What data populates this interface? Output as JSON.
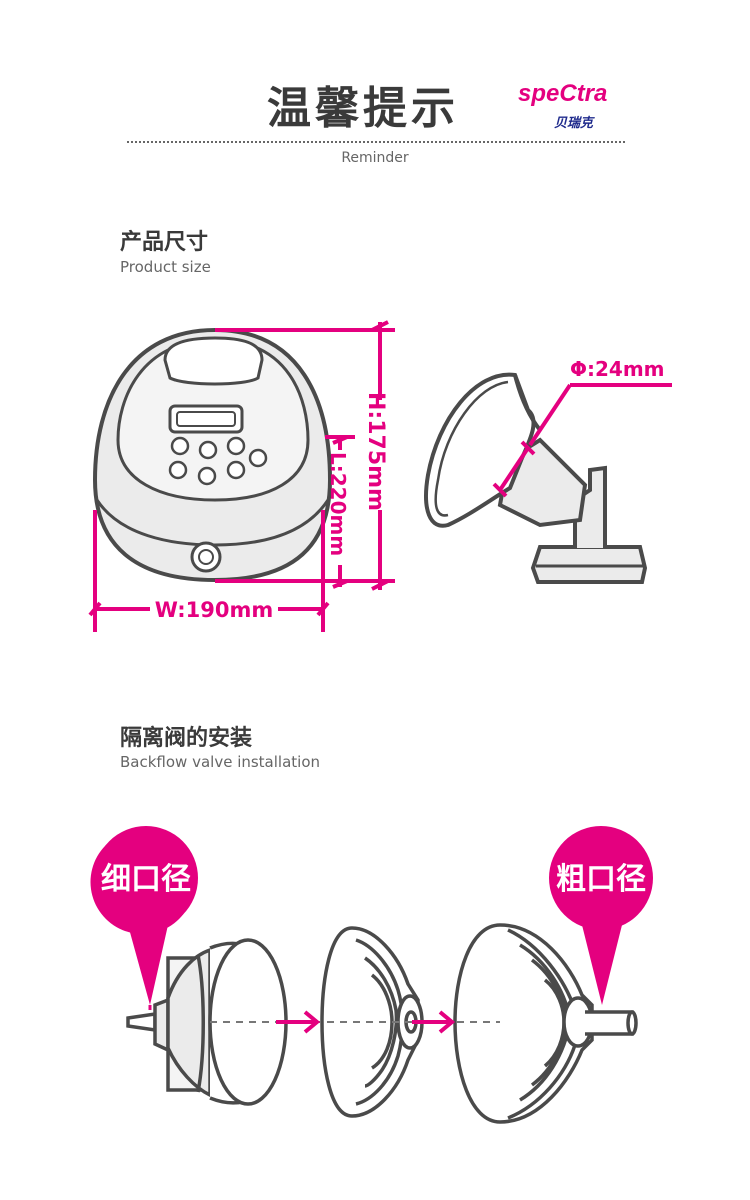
{
  "header": {
    "title": "温馨提示",
    "subtitle": "Reminder",
    "logo_text": "speCtra",
    "logo_sub": "贝瑞克"
  },
  "product_size": {
    "title": "产品尺寸",
    "subtitle": "Product size",
    "height_label": "H:175mm",
    "length_label": "L:220mm",
    "width_label": "W:190mm",
    "diameter_label": "Φ:24mm"
  },
  "valve": {
    "title": "隔离阀的安装",
    "subtitle": "Backflow valve installation",
    "left_badge": "细口径",
    "right_badge": "粗口径"
  },
  "colors": {
    "accent": "#e4007f",
    "outline": "#4a4a4a",
    "fill_light": "#ebebeb",
    "fill_mid": "#d6d6d6"
  }
}
